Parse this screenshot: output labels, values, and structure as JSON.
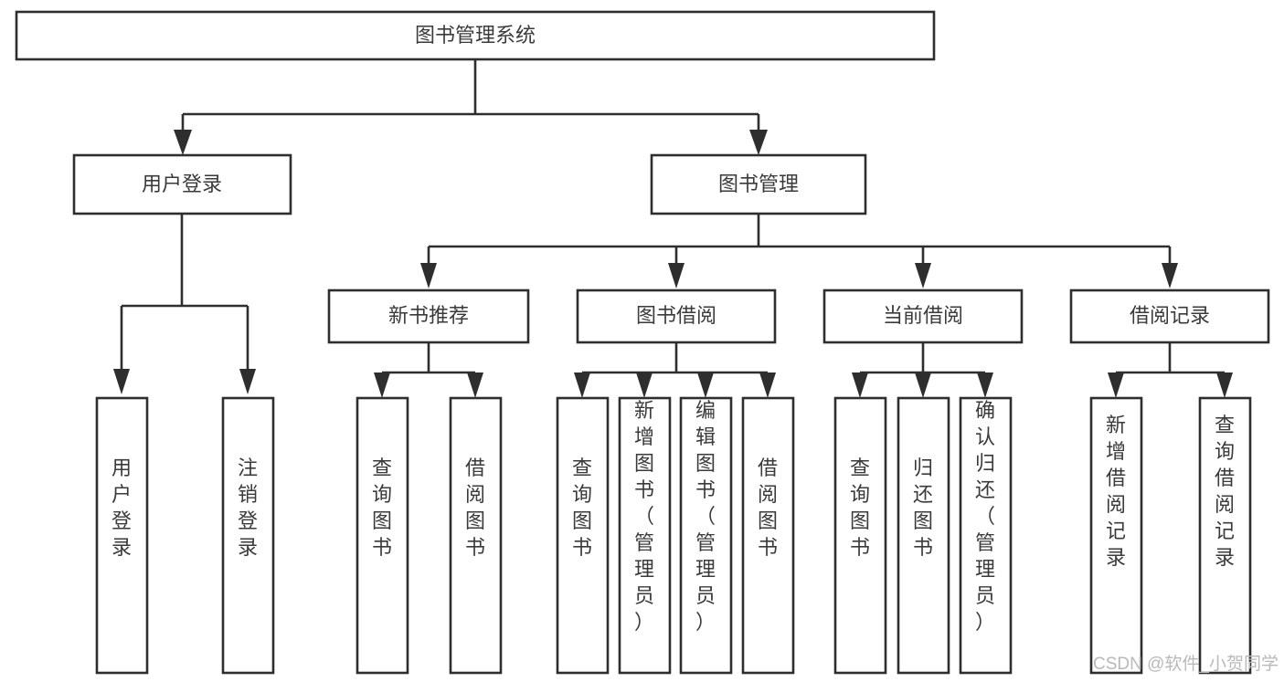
{
  "diagram": {
    "title_text": "图书管理系统",
    "type": "tree-hierarchy-chart",
    "background_color": "#ffffff",
    "stroke_color": "#2e2e2e",
    "text_color": "#3a3a3a",
    "root": {
      "label": "图书管理系统",
      "id": "root-book-management-system",
      "orientation": "horizontal"
    },
    "level2": [
      {
        "id": "node-user-login",
        "label": "用户登录",
        "orientation": "horizontal"
      },
      {
        "id": "node-book-management",
        "label": "图书管理",
        "orientation": "horizontal"
      }
    ],
    "level3": [
      {
        "id": "node-new-book-recommend",
        "label": "新书推荐",
        "orientation": "horizontal",
        "parent": "node-book-management"
      },
      {
        "id": "node-book-borrow",
        "label": "图书借阅",
        "orientation": "horizontal",
        "parent": "node-book-management"
      },
      {
        "id": "node-current-borrow",
        "label": "当前借阅",
        "orientation": "horizontal",
        "parent": "node-book-management"
      },
      {
        "id": "node-borrow-record",
        "label": "借阅记录",
        "orientation": "horizontal",
        "parent": "node-book-management"
      }
    ],
    "leaves": [
      {
        "id": "leaf-user-login",
        "label": "用户登录",
        "orientation": "vertical",
        "parent": "node-user-login"
      },
      {
        "id": "leaf-logout-login",
        "label": "注销登录",
        "orientation": "vertical",
        "parent": "node-user-login"
      },
      {
        "id": "leaf-query-book-rec",
        "label": "查询图书",
        "orientation": "vertical",
        "parent": "node-new-book-recommend"
      },
      {
        "id": "leaf-borrow-book-rec",
        "label": "借阅图书",
        "orientation": "vertical",
        "parent": "node-new-book-recommend"
      },
      {
        "id": "leaf-query-book-borrow",
        "label": "查询图书",
        "orientation": "vertical",
        "parent": "node-book-borrow"
      },
      {
        "id": "leaf-add-book-admin",
        "label": "新增图书（管理员）",
        "orientation": "vertical",
        "parent": "node-book-borrow"
      },
      {
        "id": "leaf-edit-book-admin",
        "label": "编辑图书（管理员）",
        "orientation": "vertical",
        "parent": "node-book-borrow"
      },
      {
        "id": "leaf-borrow-book",
        "label": "借阅图书",
        "orientation": "vertical",
        "parent": "node-book-borrow"
      },
      {
        "id": "leaf-query-book-current",
        "label": "查询图书",
        "orientation": "vertical",
        "parent": "node-current-borrow"
      },
      {
        "id": "leaf-return-book",
        "label": "归还图书",
        "orientation": "vertical",
        "parent": "node-current-borrow"
      },
      {
        "id": "leaf-confirm-return-admin",
        "label": "确认归还（管理员）",
        "orientation": "vertical",
        "parent": "node-current-borrow"
      },
      {
        "id": "leaf-add-borrow-record",
        "label": "新增借阅记录",
        "orientation": "vertical",
        "parent": "node-borrow-record"
      },
      {
        "id": "leaf-query-borrow-record",
        "label": "查询借阅记录",
        "orientation": "vertical",
        "parent": "node-borrow-record"
      }
    ]
  },
  "watermark": {
    "text": "CSDN @软件_小贺同学"
  }
}
